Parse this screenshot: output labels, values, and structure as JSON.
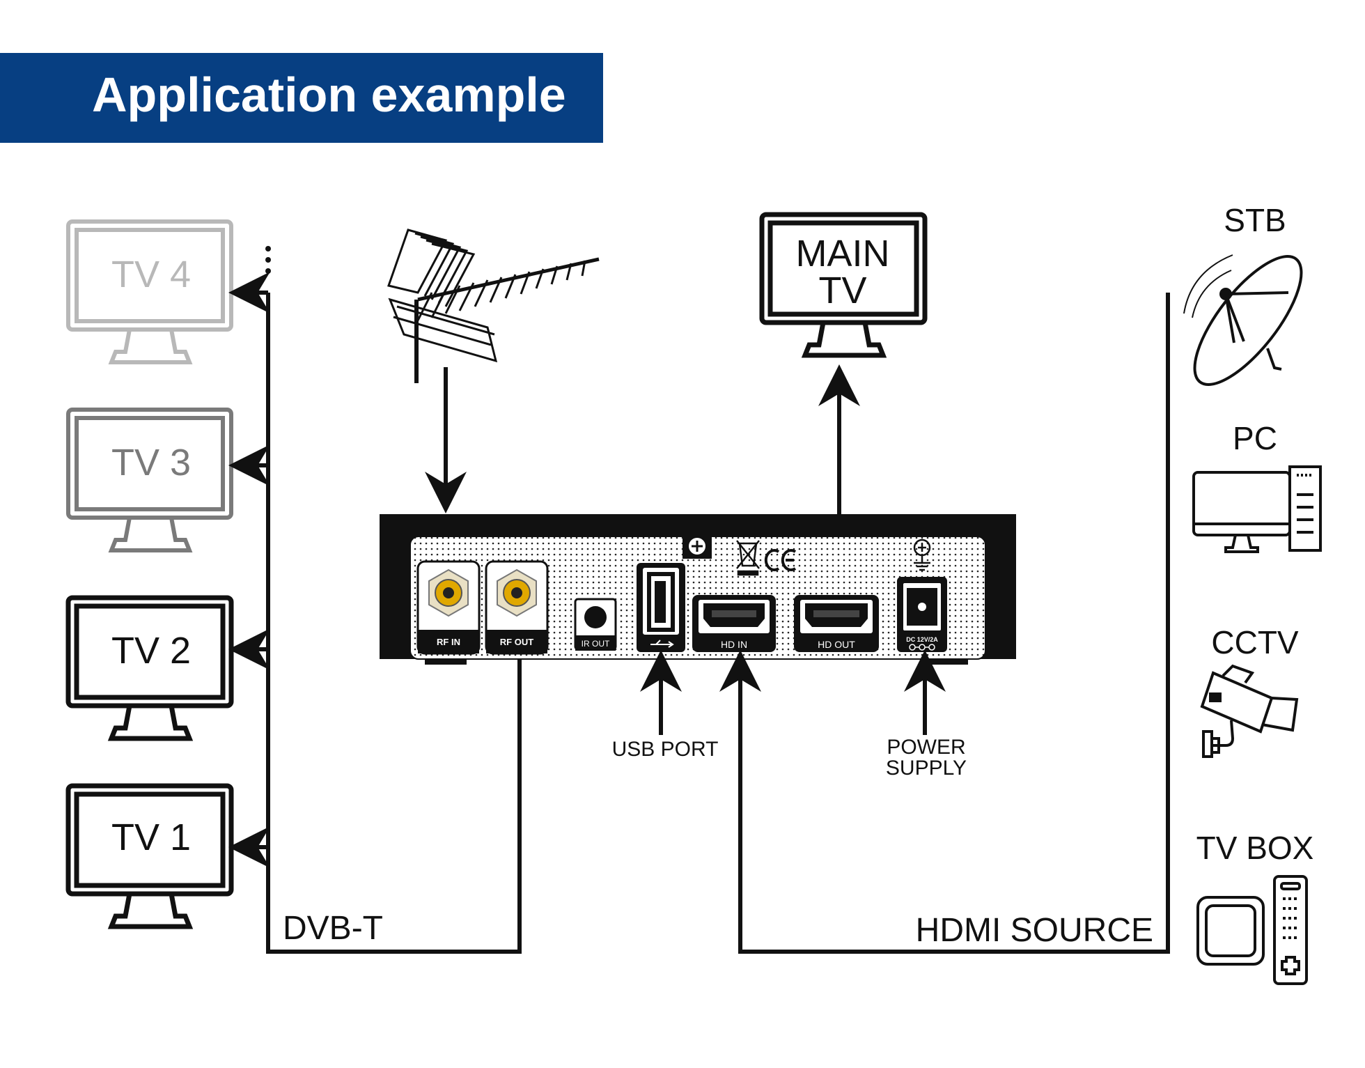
{
  "title": "Application example",
  "colors": {
    "banner": "#073f82",
    "ink": "#111111",
    "faint": "#b8b8b8",
    "mid": "#7a7a7a",
    "coax": "#e0a800"
  },
  "tvs": [
    {
      "label": "TV 4",
      "tone": "faint"
    },
    {
      "label": "TV 3",
      "tone": "mid"
    },
    {
      "label": "TV 2",
      "tone": "ink"
    },
    {
      "label": "TV 1",
      "tone": "ink"
    }
  ],
  "main_tv": {
    "line1": "MAIN",
    "line2": "TV"
  },
  "sources": {
    "stb": "STB",
    "pc": "PC",
    "cctv": "CCTV",
    "tv_box": "TV BOX"
  },
  "connections": {
    "dvb_t": "DVB-T",
    "hdmi_source": "HDMI SOURCE",
    "usb_port": "USB PORT",
    "power_line1": "POWER",
    "power_line2": "SUPPLY"
  },
  "ports": {
    "rf_in": "RF IN",
    "rf_out": "RF OUT",
    "ir_out": "IR OUT",
    "hd_in": "HD  IN",
    "hd_out": "HD  OUT",
    "dc": "DC 12V/2A"
  },
  "icons": [
    "antenna-icon",
    "satellite-dish-icon",
    "pc-icon",
    "cctv-camera-icon",
    "tv-box-icon",
    "usb-symbol-icon",
    "ce-mark-icon",
    "weee-bin-icon",
    "ground-symbol-icon"
  ]
}
